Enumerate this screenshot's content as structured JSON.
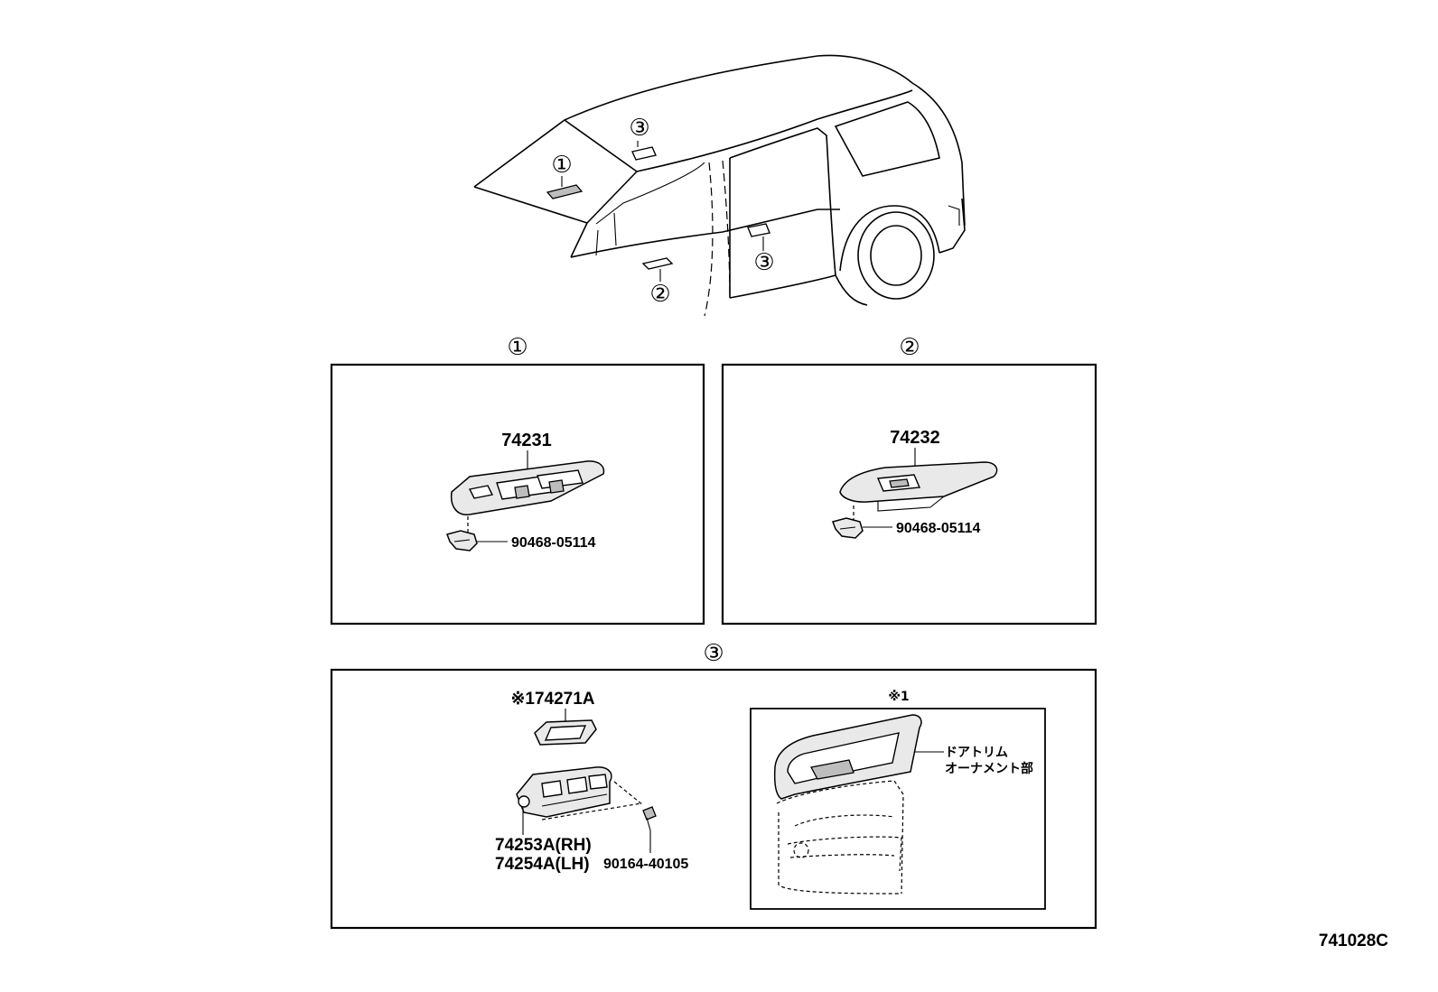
{
  "car_view": {
    "callouts": [
      "①",
      "②",
      "③",
      "③"
    ]
  },
  "panels": [
    {
      "number": "①",
      "main_part": "74231",
      "clip_part": "90468-05114"
    },
    {
      "number": "②",
      "main_part": "74232",
      "clip_part": "90468-05114"
    },
    {
      "number": "③",
      "cover_part": "※174271A",
      "base_part_rh": "74253A(RH)",
      "base_part_lh": "74254A(LH)",
      "screw_part": "90164-40105",
      "inset_marker": "※1",
      "inset_label_line1": "ドアトリム",
      "inset_label_line2": "オーナメント部"
    }
  ],
  "figure_code": "741028C"
}
